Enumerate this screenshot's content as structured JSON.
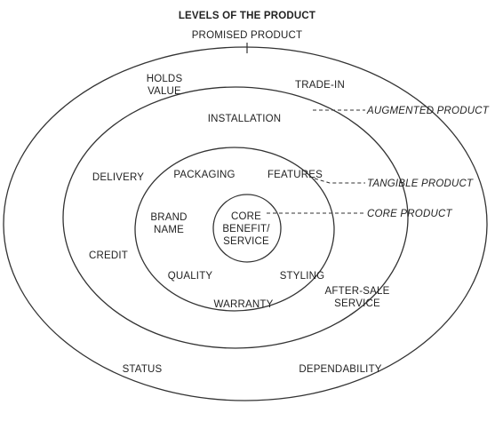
{
  "title": "LEVELS OF THE PRODUCT",
  "rings": {
    "promised": "PROMISED PRODUCT",
    "augmented": "AUGMENTED PRODUCT",
    "tangible": "TANGIBLE PRODUCT",
    "core": "CORE PRODUCT"
  },
  "core_text": [
    "CORE",
    "BENEFIT/",
    "SERVICE"
  ],
  "tangible_items": {
    "packaging": "PACKAGING",
    "features": "FEATURES",
    "brand_name": [
      "BRAND",
      "NAME"
    ],
    "quality": "QUALITY",
    "styling": "STYLING"
  },
  "augmented_items": {
    "installation": "INSTALLATION",
    "delivery": "DELIVERY",
    "credit": "CREDIT",
    "warranty": "WARRANTY",
    "after_sale_service": [
      "AFTER-SALE",
      "SERVICE"
    ]
  },
  "promised_items": {
    "holds_value": [
      "HOLDS",
      "VALUE"
    ],
    "trade_in": "TRADE-IN",
    "status": "STATUS",
    "dependability": "DEPENDABILITY"
  },
  "colors": {
    "line": "#333333",
    "text": "#222222",
    "background": "#ffffff"
  }
}
